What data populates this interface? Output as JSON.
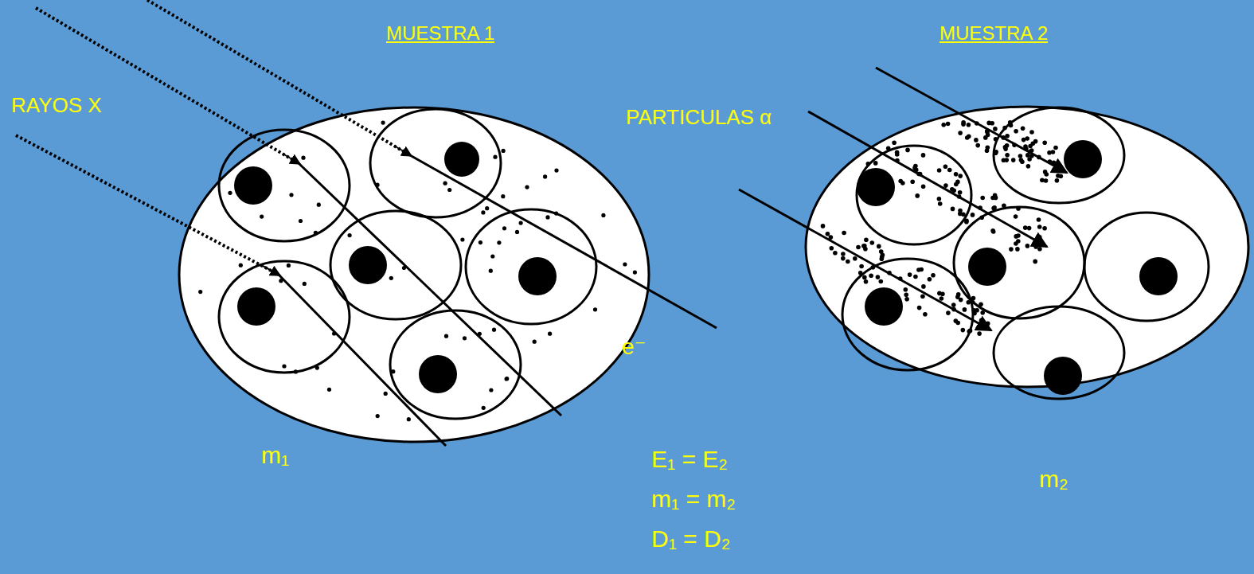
{
  "diagram": {
    "labels": [
      "MUESTRA 1",
      "MUESTRA 2",
      "RAYOS X",
      "PARTICULAS α",
      "e⁻",
      "m₁",
      "E₁ = E₂",
      "m₁ = m₂",
      "D₁ = D₂",
      "m₂"
    ]
  }
}
